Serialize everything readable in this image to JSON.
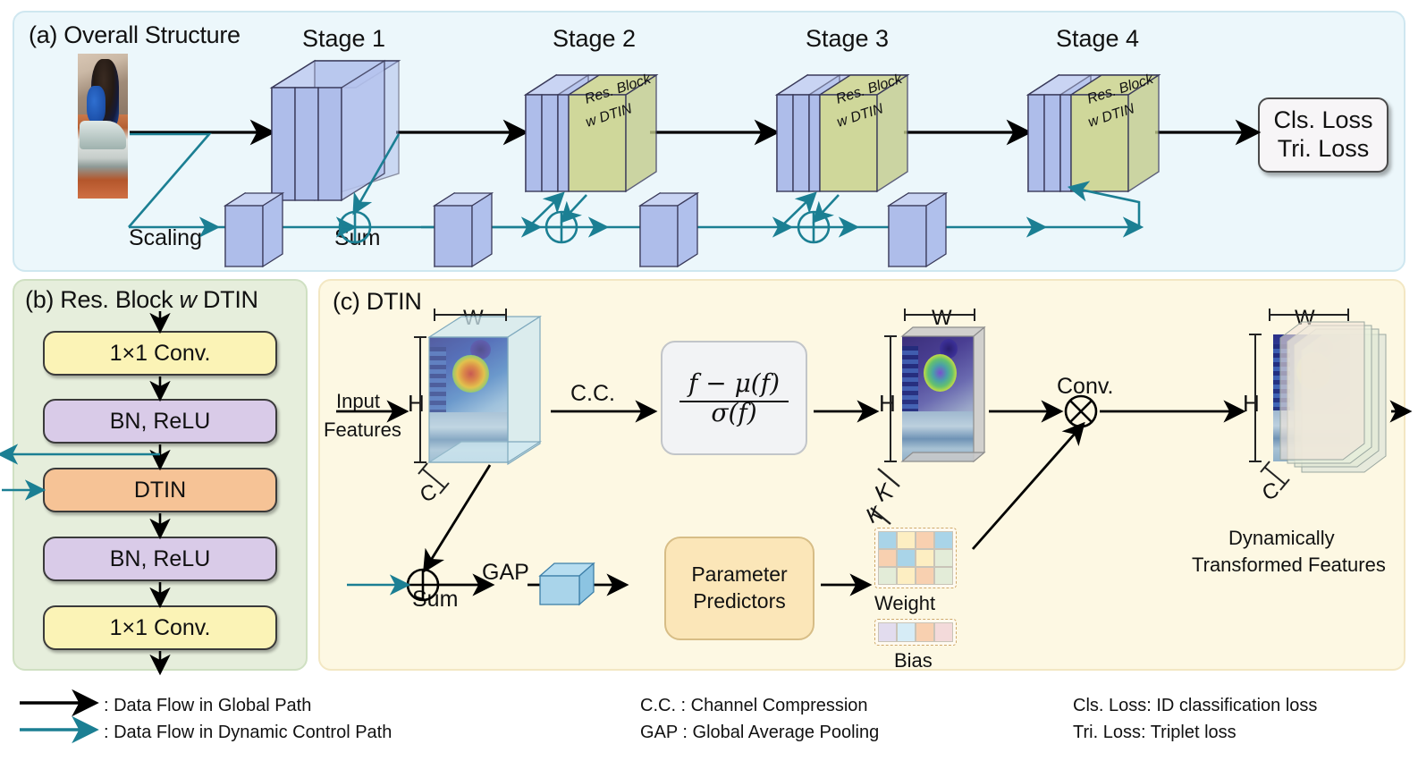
{
  "figure": {
    "panels": {
      "a": {
        "title": "(a) Overall Structure",
        "stages": [
          "Stage 1",
          "Stage 2",
          "Stage 3",
          "Stage 4"
        ],
        "res_block_label_line1": "Res.  Block",
        "res_block_label_line2": "w DTIN",
        "scaling_label": "Scaling",
        "sum_labels": [
          "Sum"
        ],
        "loss_box": {
          "line1": "Cls. Loss",
          "line2": "Tri. Loss"
        }
      },
      "b": {
        "title_prefix": "(b) Res. Block ",
        "title_w": "w",
        "title_suffix": " DTIN",
        "blocks": [
          {
            "label": "1×1  Conv.",
            "color": "#fbf3b6"
          },
          {
            "label": "BN, ReLU",
            "color": "#d9cbe8"
          },
          {
            "label": "DTIN",
            "color": "#f6c396"
          },
          {
            "label": "BN, ReLU",
            "color": "#d9cbe8"
          },
          {
            "label": "1×1  Conv.",
            "color": "#fbf3b6"
          }
        ]
      },
      "c": {
        "title": "(c) DTIN",
        "input_label_line1": "Input",
        "input_label_line2": "Features",
        "dim_w": "W",
        "dim_h": "H",
        "dim_c": "C",
        "dim_k": "K",
        "cc_label": "C.C.",
        "formula": {
          "numerator": "f − μ(f)",
          "denominator": "σ(f)"
        },
        "sum_label": "Sum",
        "gap_label": "GAP",
        "predictor_line1": "Parameter",
        "predictor_line2": "Predictors",
        "weight_label": "Weight",
        "bias_label": "Bias",
        "conv_label": "Conv.",
        "output_line1": "Dynamically",
        "output_line2": "Transformed Features"
      }
    },
    "legend": {
      "flow_global": ": Data Flow in Global Path",
      "flow_dynamic": ": Data Flow in Dynamic Control Path",
      "cc": "C.C. : Channel Compression",
      "gap": "GAP : Global Average Pooling",
      "cls": "Cls. Loss: ID classification loss",
      "tri": "Tri. Loss: Triplet loss"
    },
    "colors": {
      "panel_a_bg": "#ecf7fb",
      "panel_b_bg": "#e6eedc",
      "panel_c_bg": "#fdf8e3",
      "global_path": "#000000",
      "dynamic_path": "#1b7f93",
      "feature_block": "#aebdea",
      "res_block_green": "#cfd79a",
      "conv_yellow": "#fbf3b6",
      "bn_purple": "#d9cbe8",
      "dtin_orange": "#f6c396",
      "predictor_orange": "#fbe6b8"
    },
    "weight_grid": {
      "rows": 3,
      "cols": 4,
      "cells": [
        "#a9d4e8",
        "#fdeec2",
        "#f8d0b0",
        "#a9d4e8",
        "#f8d0b0",
        "#a9d4e8",
        "#fdeec2",
        "#e3ecd8",
        "#e3ecd8",
        "#fdeec2",
        "#f8d0b0",
        "#e3ecd8"
      ]
    },
    "bias_grid": {
      "rows": 1,
      "cols": 4,
      "cells": [
        "#e2dcee",
        "#d6ecf6",
        "#f8d0b0",
        "#f3dada"
      ]
    }
  }
}
